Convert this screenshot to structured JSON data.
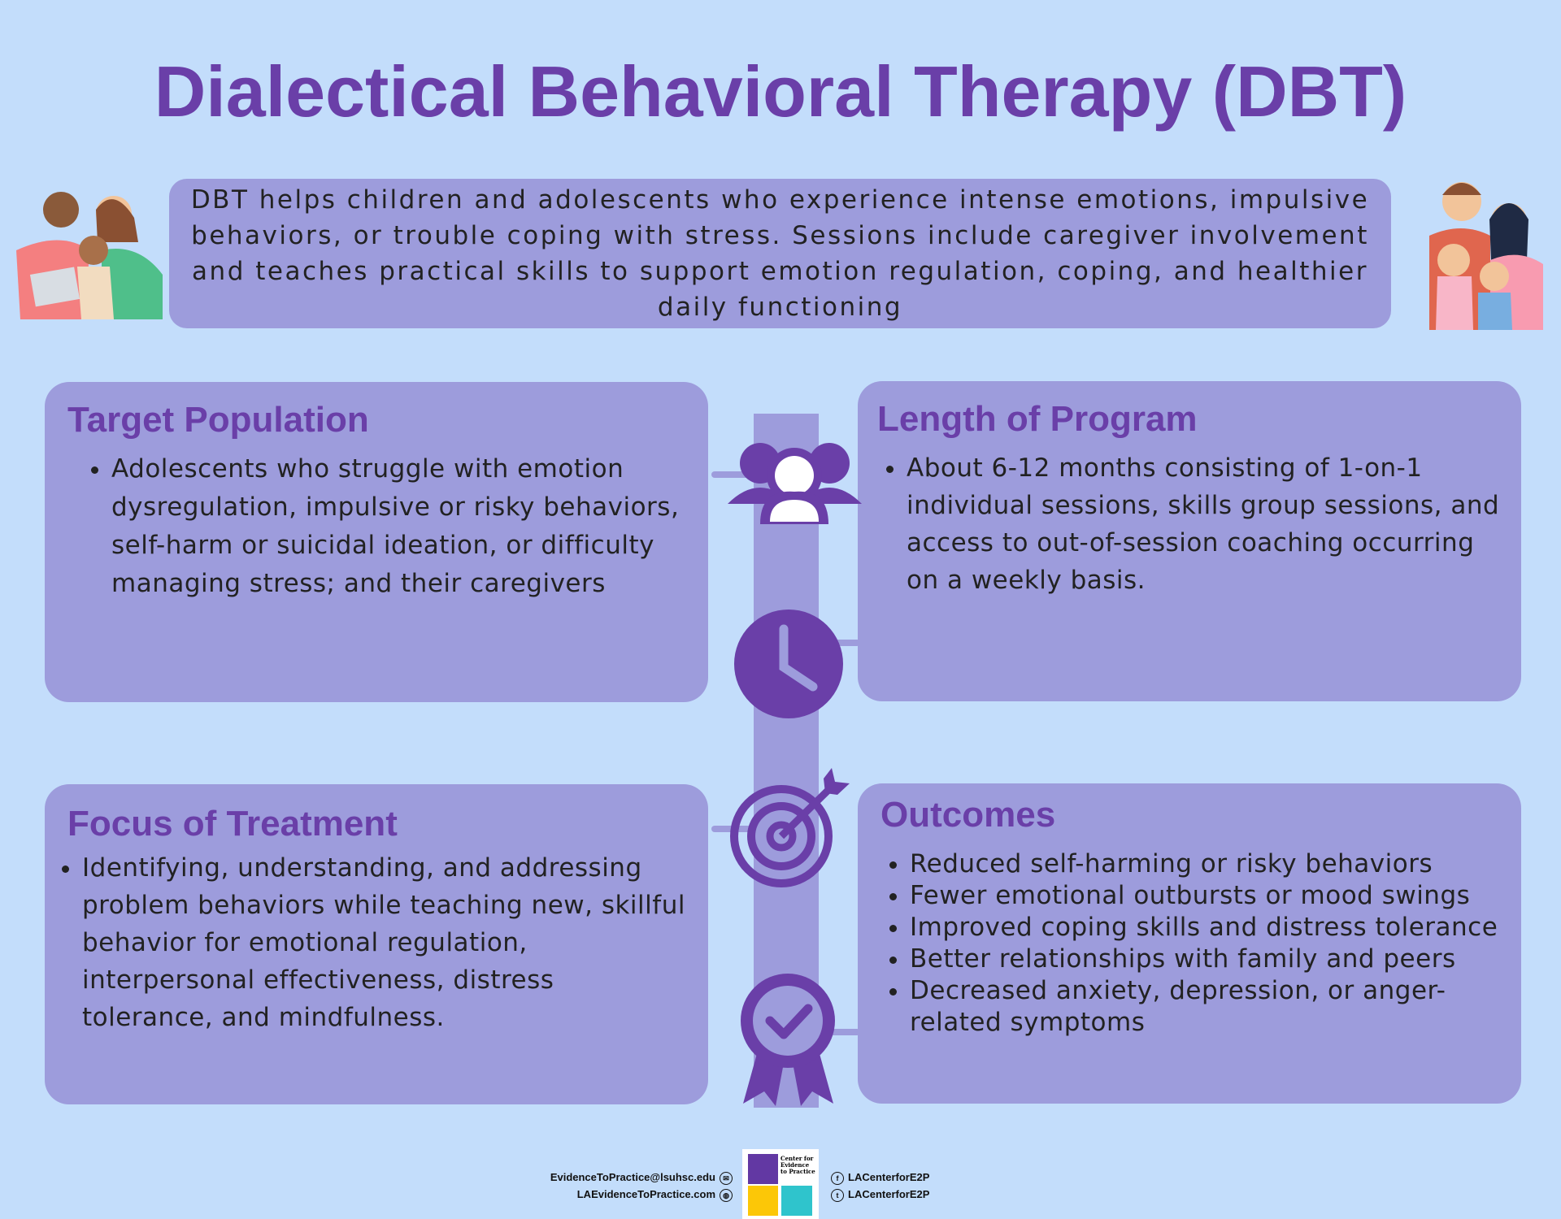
{
  "title": "Dialectical Behavioral Therapy (DBT)",
  "intro": "DBT helps children and adolescents who experience intense emotions, impulsive behaviors, or trouble coping with stress. Sessions include caregiver involvement and teaches practical skills to support emotion regulation, coping, and healthier daily functioning",
  "cards": {
    "target": {
      "heading": "Target Population",
      "items": [
        "Adolescents who struggle with emotion dysregulation, impulsive or risky behaviors, self-harm or suicidal ideation, or difficulty managing stress; and their caregivers"
      ]
    },
    "length": {
      "heading": "Length of Program",
      "items": [
        "About 6-12 months consisting of 1-on-1 individual sessions, skills group sessions, and access to out-of-session coaching occurring on a weekly basis."
      ]
    },
    "focus": {
      "heading": "Focus of Treatment",
      "items": [
        "Identifying, understanding, and addressing problem behaviors while teaching new, skillful behavior for emotional regulation, interpersonal effectiveness, distress tolerance, and mindfulness."
      ]
    },
    "outcomes": {
      "heading": "Outcomes",
      "items": [
        "Reduced self-harming or risky behaviors",
        "Fewer emotional outbursts or mood swings",
        "Improved coping skills and distress tolerance",
        "Better relationships with family and peers",
        "Decreased anxiety, depression, or anger-related symptoms"
      ]
    }
  },
  "footer": {
    "email": "EvidenceToPractice@lsuhsc.edu",
    "website": "LAEvidenceToPractice.com",
    "facebook": "LACenterforE2P",
    "twitter": "LACenterforE2P",
    "logo_text": "Center for Evidence to Practice"
  },
  "colors": {
    "accent": "#6a3fa8",
    "panel": "#9d9cdc",
    "background": "#c3ddfb"
  }
}
